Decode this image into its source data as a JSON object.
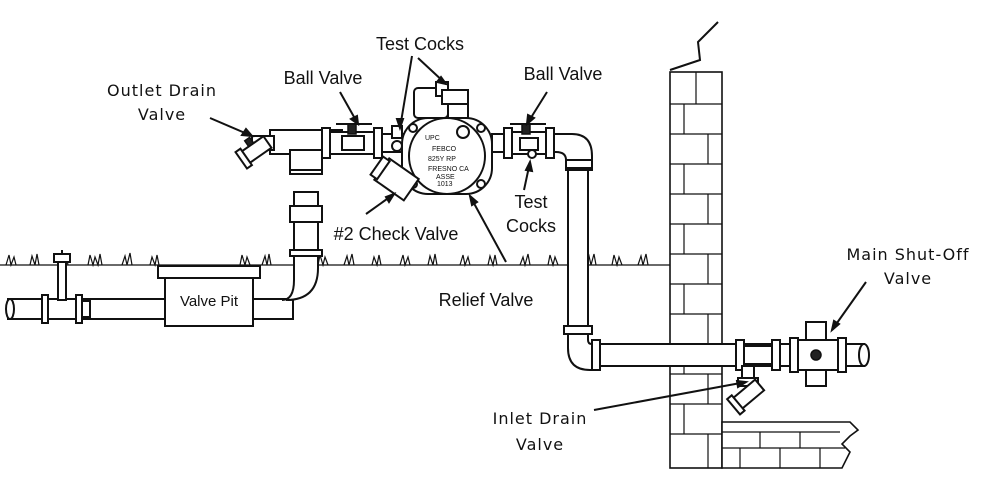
{
  "labels": {
    "test_cocks_top": "Test Cocks",
    "ball_valve_left": "Ball Valve",
    "ball_valve_right": "Ball Valve",
    "outlet_drain_line1": "Outlet Drain",
    "outlet_drain_line2": "Valve",
    "test_cocks_right_line1": "Test",
    "test_cocks_right_line2": "Cocks",
    "check_valve": "#2 Check Valve",
    "relief_valve": "Relief Valve",
    "valve_pit": "Valve Pit",
    "main_shutoff_line1": "Main Shut-Off",
    "main_shutoff_line2": "Valve",
    "inlet_drain_line1": "Inlet Drain",
    "inlet_drain_line2": "Valve"
  },
  "device_plate": {
    "line1": "UPC",
    "line2": "FEBCO",
    "line3": "825Y RP",
    "line4": "FRESNO CA",
    "line5": "ASSE",
    "line6": "1013"
  }
}
